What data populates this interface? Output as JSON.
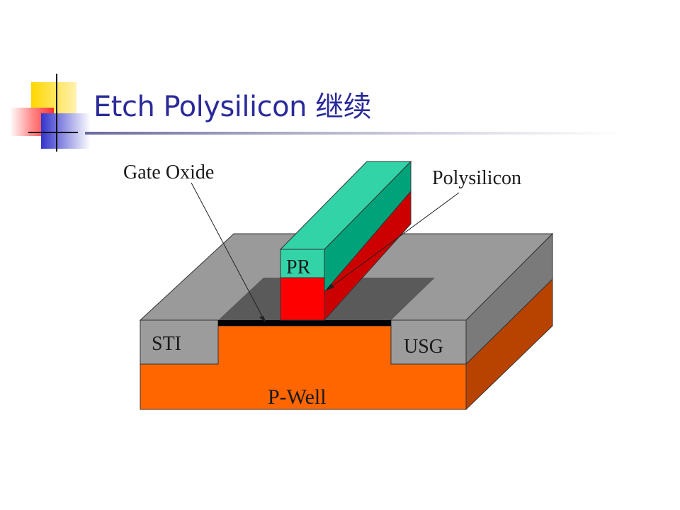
{
  "slide": {
    "title": "Etch Polysilicon 继续"
  },
  "diagram": {
    "labels": {
      "gate_oxide": "Gate Oxide",
      "polysilicon": "Polysilicon",
      "pr": "PR",
      "sti": "STI",
      "usg": "USG",
      "p_well": "P-Well"
    },
    "colors": {
      "photoresist": "#33d3a8",
      "polysilicon": "#ff0000",
      "p_well": "#ff6600",
      "sti_usg": "#999999",
      "gate_oxide": "#000000",
      "title": "#2a2a9a"
    }
  }
}
